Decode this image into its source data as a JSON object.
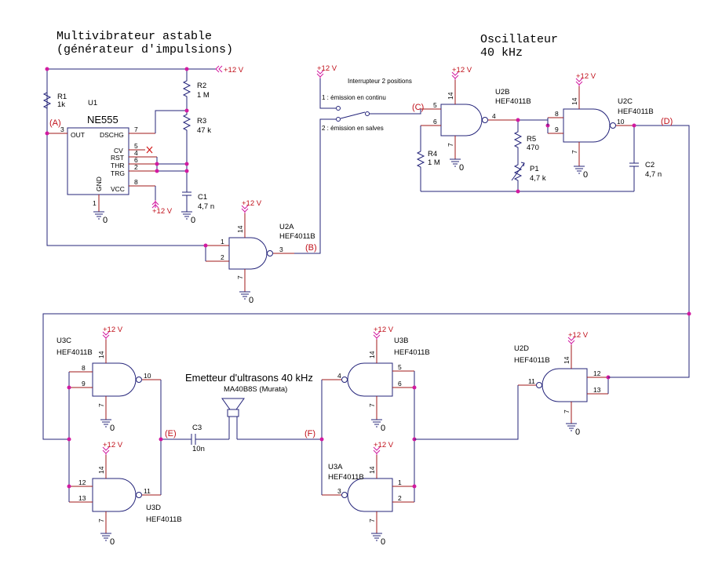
{
  "titles": {
    "left_line1": "Multivibrateur astable",
    "left_line2": "(générateur d'impulsions)",
    "right_line1": "Oscillateur",
    "right_line2": "40 kHz",
    "emitter": "Emetteur d'ultrasons 40 kHz",
    "emitter_part": "MA40B8S (Murata)"
  },
  "switch": {
    "title": "Interrupteur 2 positions",
    "pos1": "1 : émission en continu",
    "pos2": "2 : émission en salves"
  },
  "supply": "+12 V",
  "ground": "0",
  "nodes": {
    "A": "(A)",
    "B": "(B)",
    "C": "(C)",
    "D": "(D)",
    "E": "(E)",
    "F": "(F)"
  },
  "ic555": {
    "ref": "U1",
    "name": "NE555",
    "pins": {
      "out": "OUT",
      "dschg": "DSCHG",
      "cv": "CV",
      "rst": "RST",
      "thr": "THR",
      "trg": "TRG",
      "gnd": "GND",
      "vcc": "VCC"
    },
    "pin_numbers": {
      "out": "3",
      "dschg": "7",
      "cv": "5",
      "rst": "4",
      "thr": "6",
      "trg": "2",
      "vcc": "8",
      "gnd": "1"
    }
  },
  "components": {
    "R1": {
      "ref": "R1",
      "value": "1k"
    },
    "R2": {
      "ref": "R2",
      "value": "1 M"
    },
    "R3": {
      "ref": "R3",
      "value": "47 k"
    },
    "C1": {
      "ref": "C1",
      "value": "4,7 n"
    },
    "R4": {
      "ref": "R4",
      "value": "1 M"
    },
    "R5": {
      "ref": "R5",
      "value": "470"
    },
    "P1": {
      "ref": "P1",
      "value": "4,7 k"
    },
    "C2": {
      "ref": "C2",
      "value": "4,7 n"
    },
    "C3": {
      "ref": "C3",
      "value": "10n"
    }
  },
  "gates": {
    "U2A": {
      "ref": "U2A",
      "part": "HEF4011B",
      "in1": "1",
      "in2": "2",
      "out": "3",
      "vdd": "14",
      "vss": "7"
    },
    "U2B": {
      "ref": "U2B",
      "part": "HEF4011B",
      "in1": "5",
      "in2": "6",
      "out": "4",
      "vdd": "14",
      "vss": "7"
    },
    "U2C": {
      "ref": "U2C",
      "part": "HEF4011B",
      "in1": "8",
      "in2": "9",
      "out": "10",
      "vdd": "14",
      "vss": "7"
    },
    "U2D": {
      "ref": "U2D",
      "part": "HEF4011B",
      "in1": "12",
      "in2": "13",
      "out": "11",
      "vdd": "14",
      "vss": "7"
    },
    "U3C": {
      "ref": "U3C",
      "part": "HEF4011B",
      "in1": "8",
      "in2": "9",
      "out": "10",
      "vdd": "14",
      "vss": "7"
    },
    "U3D": {
      "ref": "U3D",
      "part": "HEF4011B",
      "in1": "12",
      "in2": "13",
      "out": "11",
      "vdd": "14",
      "vss": "7"
    },
    "U3B": {
      "ref": "U3B",
      "part": "HEF4011B",
      "in1": "5",
      "in2": "6",
      "out": "4",
      "vdd": "14",
      "vss": "7"
    },
    "U3A": {
      "ref": "U3A",
      "part": "HEF4011B",
      "in1": "1",
      "in2": "2",
      "out": "3",
      "vdd": "14",
      "vss": "7"
    }
  },
  "colors": {
    "wire": "#24247a",
    "pin": "#a01818",
    "junction": "#d21aa0",
    "supply_symbol": "#d21aa0",
    "node_label": "#c0101a"
  }
}
